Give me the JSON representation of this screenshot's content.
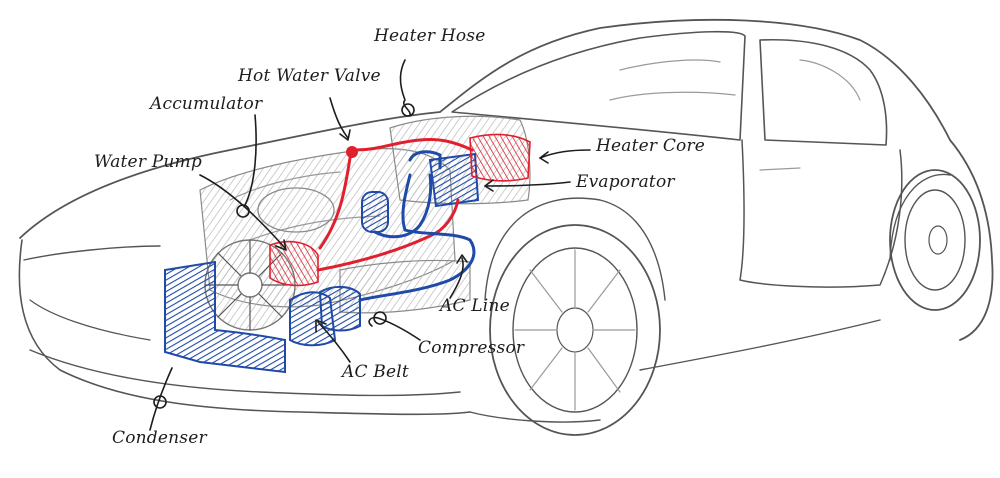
{
  "labels": {
    "heater_hose": "Heater Hose",
    "hot_water_valve": "Hot Water Valve",
    "accumulator": "Accumulator",
    "water_pump": "Water Pump",
    "heater_core": "Heater Core",
    "evaporator": "Evaporator",
    "ac_line": "AC Line",
    "compressor": "Compressor",
    "ac_belt": "AC Belt",
    "condenser": "Condenser"
  },
  "colors": {
    "hot_circuit": "#e0202e",
    "cold_circuit": "#1f4aa8",
    "sketch": "#555555",
    "engine_shade": "#c8c8c8"
  }
}
